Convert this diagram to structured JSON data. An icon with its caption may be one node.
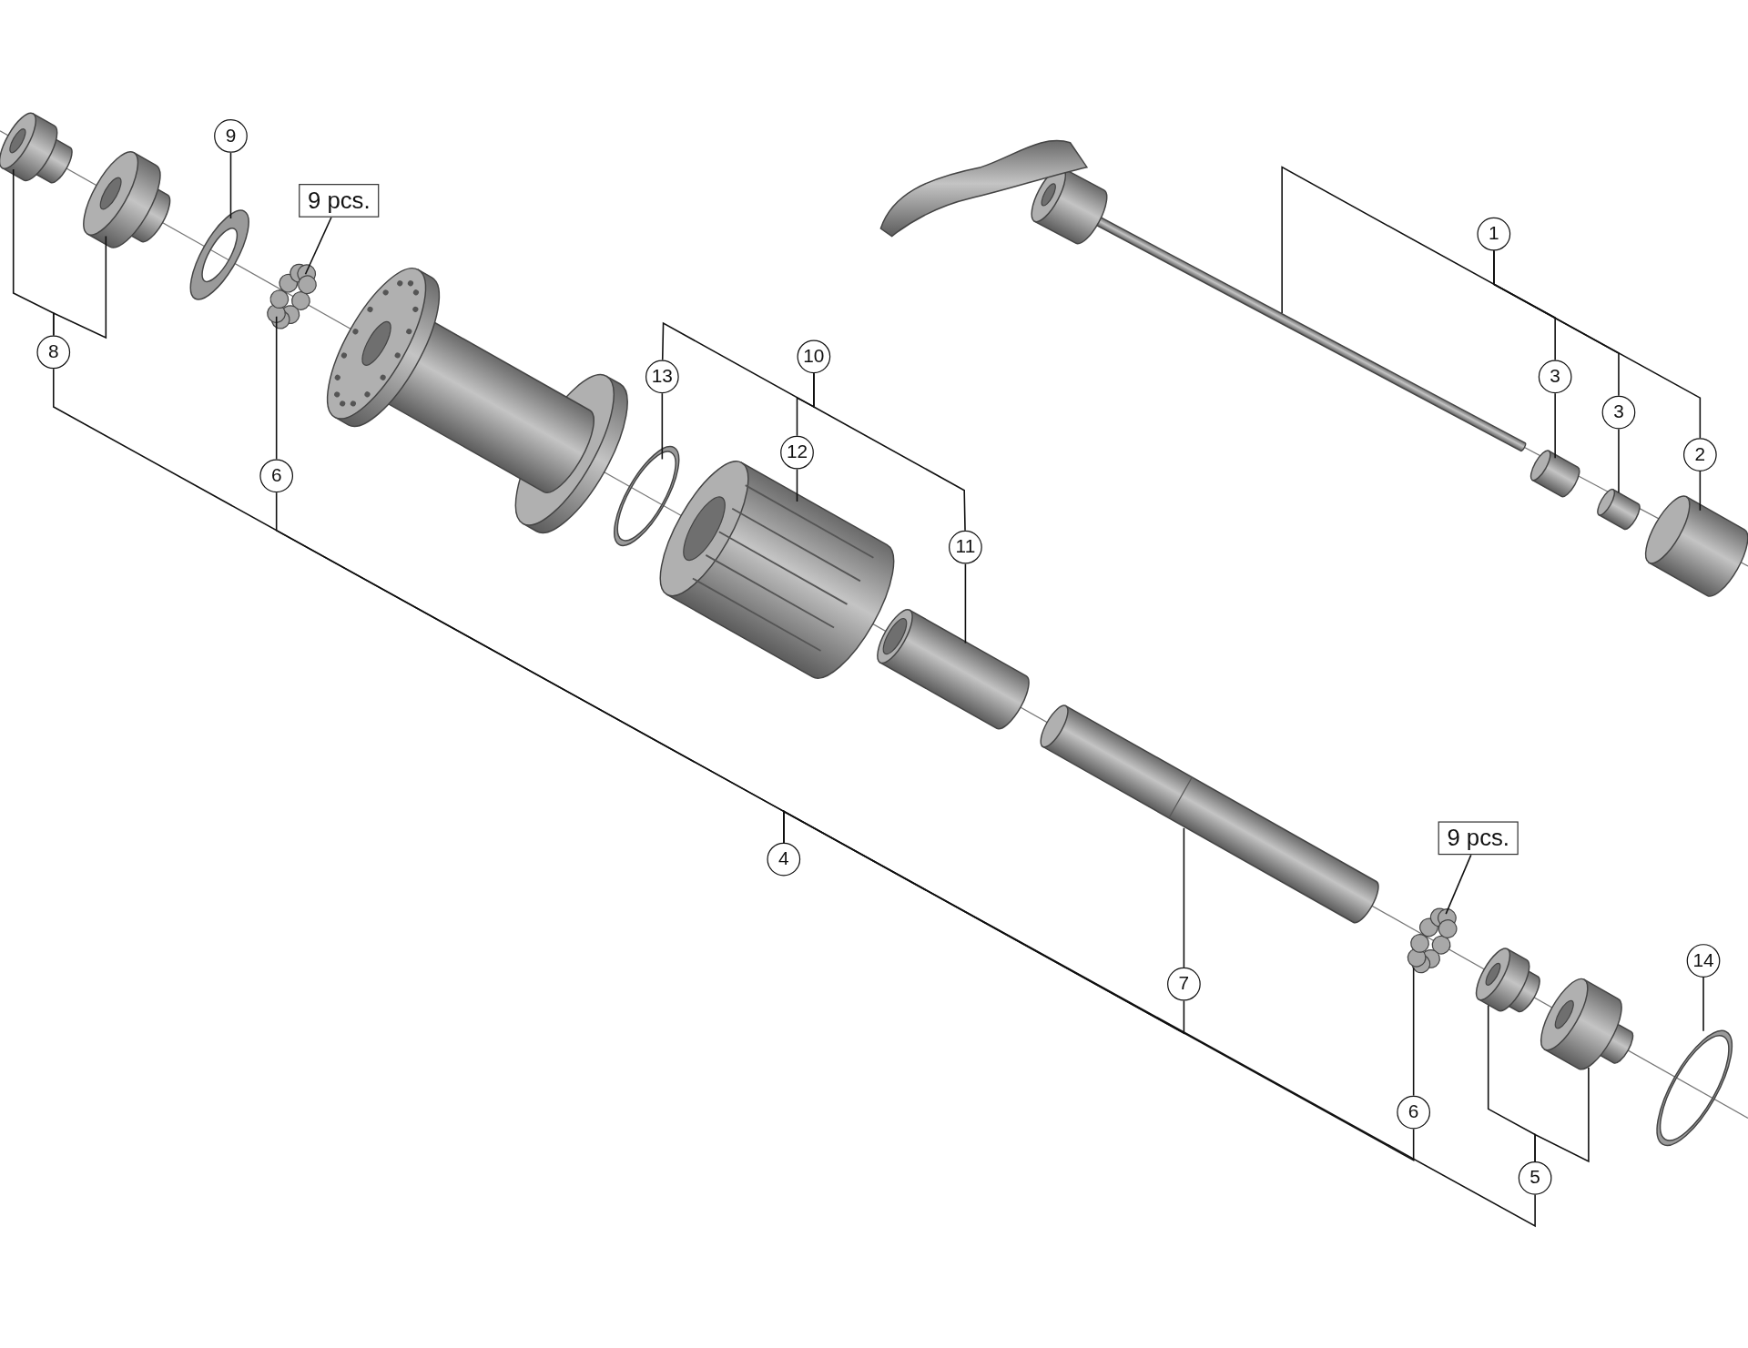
{
  "diagram": {
    "nodes": [
      {
        "text": [
          "9"
        ]
      },
      {
        "text": [
          "9 pcs."
        ]
      },
      {
        "text": [
          "1"
        ]
      },
      {
        "text": [
          "8"
        ]
      },
      {
        "text": [
          "13"
        ]
      },
      {
        "text": [
          "10"
        ]
      },
      {
        "text": [
          "3"
        ]
      },
      {
        "text": [
          "3"
        ]
      },
      {
        "text": [
          "2"
        ]
      },
      {
        "text": [
          "12"
        ]
      },
      {
        "text": [
          "6"
        ]
      },
      {
        "text": [
          "11"
        ]
      },
      {
        "text": [
          "4"
        ]
      },
      {
        "text": [
          "9 pcs."
        ]
      },
      {
        "text": [
          "14"
        ]
      },
      {
        "text": [
          "7"
        ]
      },
      {
        "text": [
          "6"
        ]
      },
      {
        "text": [
          "5"
        ]
      },
      {
        "text": [],
        "shape": "picture"
      },
      {
        "text": [],
        "shape": "picture"
      },
      {
        "text": [],
        "shape": "picture"
      },
      {
        "text": [],
        "shape": "picture"
      },
      {
        "text": [],
        "shape": "picture"
      },
      {
        "text": [],
        "shape": "circle"
      },
      {
        "text": [],
        "shape": "picture"
      },
      {
        "text": [],
        "shape": "picture"
      },
      {
        "text": [],
        "shape": "picture"
      },
      {
        "text": [],
        "shape": "picture"
      },
      {
        "text": [],
        "shape": "picture"
      },
      {
        "text": [],
        "shape": "picture"
      },
      {
        "text": [],
        "shape": "circle"
      },
      {
        "text": [],
        "shape": "picture"
      },
      {
        "text": [],
        "shape": "picture"
      },
      {
        "text": [],
        "shape": "picture"
      },
      {
        "text": [],
        "shape": "picture"
      }
    ],
    "edges": [
      {
        "from": 0,
        "to": 20,
        "arrow": "none"
      },
      {
        "from": 1,
        "to": 21,
        "arrow": "none"
      },
      {
        "from": 3,
        "to": 18,
        "arrow": "none"
      },
      {
        "from": 3,
        "to": 19,
        "arrow": "none"
      },
      {
        "from": 10,
        "to": 21,
        "arrow": "none"
      },
      {
        "from": 12,
        "to": 3,
        "arrow": "none"
      },
      {
        "from": 12,
        "to": 10,
        "arrow": "none"
      },
      {
        "from": 12,
        "to": 15,
        "arrow": "none"
      },
      {
        "from": 12,
        "to": 16,
        "arrow": "none"
      },
      {
        "from": 12,
        "to": 17,
        "arrow": "none"
      },
      {
        "from": 15,
        "to": 26,
        "arrow": "none"
      },
      {
        "from": 16,
        "to": 27,
        "arrow": "none"
      },
      {
        "from": 17,
        "to": 28,
        "arrow": "none"
      },
      {
        "from": 17,
        "to": 29,
        "arrow": "none"
      },
      {
        "from": 13,
        "to": 27,
        "arrow": "none"
      },
      {
        "from": 14,
        "to": 30,
        "arrow": "none"
      },
      {
        "from": 5,
        "to": 4,
        "arrow": "none"
      },
      {
        "from": 5,
        "to": 9,
        "arrow": "none"
      },
      {
        "from": 5,
        "to": 11,
        "arrow": "none"
      },
      {
        "from": 4,
        "to": 23,
        "arrow": "none"
      },
      {
        "from": 9,
        "to": 24,
        "arrow": "none"
      },
      {
        "from": 11,
        "to": 25,
        "arrow": "none"
      },
      {
        "from": 2,
        "to": 31,
        "arrow": "none"
      },
      {
        "from": 2,
        "to": 6,
        "arrow": "none"
      },
      {
        "from": 2,
        "to": 7,
        "arrow": "none"
      },
      {
        "from": 2,
        "to": 8,
        "arrow": "none"
      },
      {
        "from": 6,
        "to": 32,
        "arrow": "none"
      },
      {
        "from": 7,
        "to": 33,
        "arrow": "none"
      },
      {
        "from": 8,
        "to": 34,
        "arrow": "none"
      }
    ]
  }
}
